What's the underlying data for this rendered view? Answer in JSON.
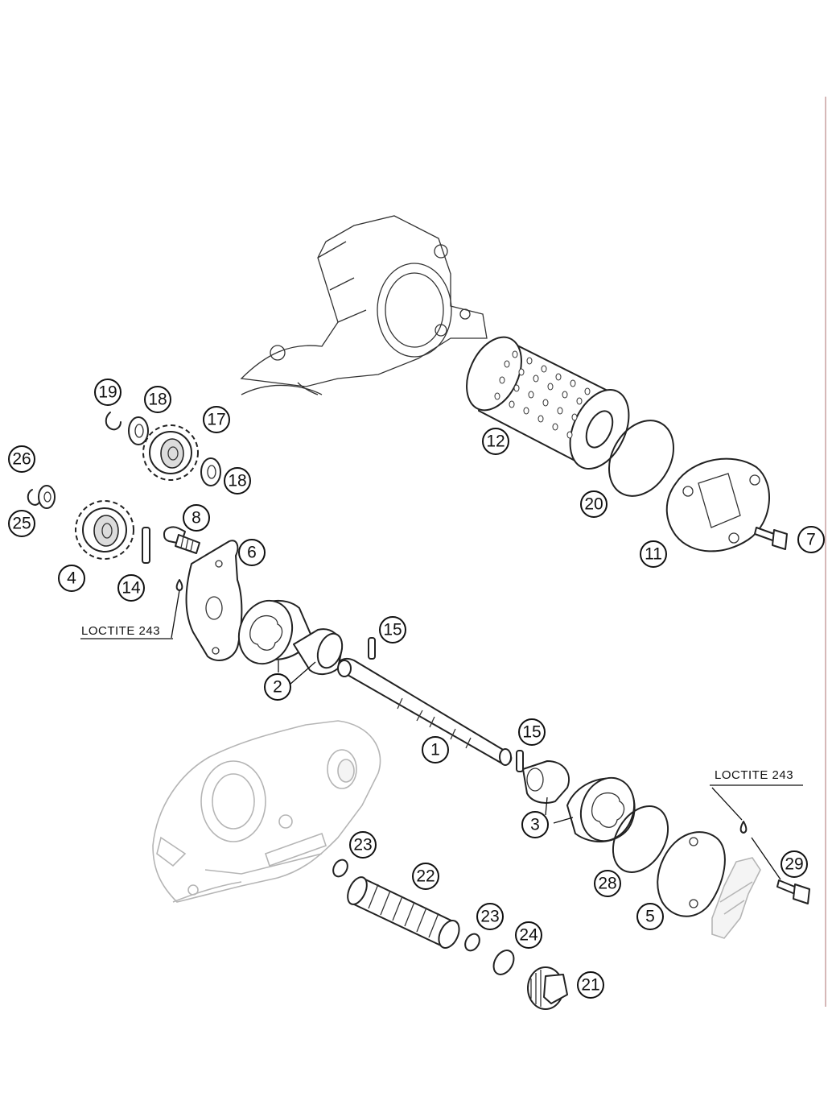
{
  "callouts": {
    "c1": "1",
    "c2": "2",
    "c3": "3",
    "c4": "4",
    "c5": "5",
    "c6": "6",
    "c7": "7",
    "c8": "8",
    "c11": "11",
    "c12": "12",
    "c14": "14",
    "c15a": "15",
    "c15b": "15",
    "c17": "17",
    "c18a": "18",
    "c18b": "18",
    "c19": "19",
    "c20": "20",
    "c21": "21",
    "c22": "22",
    "c23a": "23",
    "c23b": "23",
    "c24": "24",
    "c25": "25",
    "c26": "26",
    "c28": "28",
    "c29": "29"
  },
  "notes": {
    "loctite_left": "LOCTITE 243",
    "loctite_right": "LOCTITE 243"
  }
}
